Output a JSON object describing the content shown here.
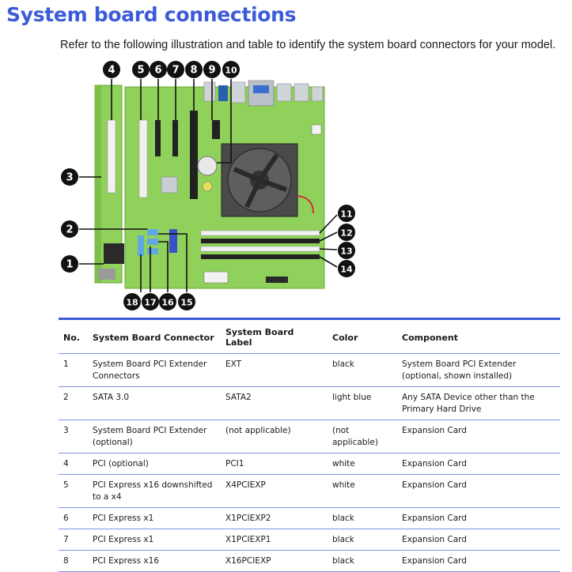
{
  "page": {
    "title": "System board connections",
    "intro": "Refer to the following illustration and table to identify the system board connectors for your model."
  },
  "diagram": {
    "callouts": [
      "1",
      "2",
      "3",
      "4",
      "5",
      "6",
      "7",
      "8",
      "9",
      "10",
      "11",
      "12",
      "13",
      "14",
      "15",
      "16",
      "17",
      "18"
    ],
    "colors": {
      "board": "#8fd15a",
      "board_edge": "#6aa83a",
      "slot_white": "#f2f2f2",
      "slot_black": "#222222",
      "callout": "#111111"
    }
  },
  "table": {
    "headers": [
      "No.",
      "System Board Connector",
      "System Board Label",
      "Color",
      "Component"
    ],
    "rows": [
      {
        "no": "1",
        "connector": "System Board PCI Extender Connectors",
        "label": "EXT",
        "color": "black",
        "component": "System Board PCI Extender (optional, shown installed)"
      },
      {
        "no": "2",
        "connector": "SATA 3.0",
        "label": "SATA2",
        "color": "light blue",
        "component": "Any SATA Device other than the Primary Hard Drive"
      },
      {
        "no": "3",
        "connector": "System Board PCI Extender (optional)",
        "label": "(not applicable)",
        "color": "(not applicable)",
        "component": "Expansion Card"
      },
      {
        "no": "4",
        "connector": "PCI (optional)",
        "label": "PCI1",
        "color": "white",
        "component": "Expansion Card"
      },
      {
        "no": "5",
        "connector": "PCI Express x16 downshifted to a x4",
        "label": "X4PCIEXP",
        "color": "white",
        "component": "Expansion Card"
      },
      {
        "no": "6",
        "connector": "PCI Express x1",
        "label": "X1PCIEXP2",
        "color": "black",
        "component": "Expansion Card"
      },
      {
        "no": "7",
        "connector": "PCI Express x1",
        "label": "X1PCIEXP1",
        "color": "black",
        "component": "Expansion Card"
      },
      {
        "no": "8",
        "connector": "PCI Express x16",
        "label": "X16PCIEXP",
        "color": "black",
        "component": "Expansion Card"
      }
    ]
  }
}
